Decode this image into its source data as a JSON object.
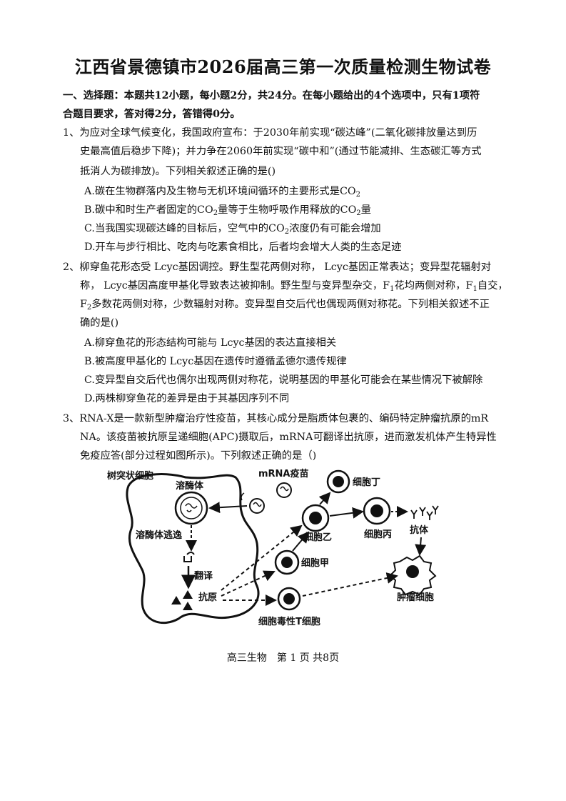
{
  "title": "江西省景德镇市2026届高三第一次质量检测生物试卷",
  "section": {
    "line1": "一、选择题：本题共12小题，每小题2分，共24分。在每小题给出的4个选项中，只有1项符",
    "line2": "合题目要求，答对得2分，答错得0分。"
  },
  "q1": {
    "l1": "1、为应对全球气候变化，我国政府宣布：于2030年前实现“碳达峰”(二氧化碳排放量达到历",
    "l2": "史最高值后稳步下降)；并力争在2060年前实现“碳中和”(通过节能减排、生态碳汇等方式",
    "l3": "抵消人为碳排放)。下列相关叙述正确的是()",
    "a_pre": "A.碳在生物群落内及生物与无机环境间循环的主要形式是CO",
    "b_pre": "B.碳中和时生产者固定的CO",
    "b_mid": "量等于生物呼吸作用释放的CO",
    "b_post": "量",
    "c_pre": "C.当我国实现碳达峰的目标后，空气中的CO",
    "c_post": "浓度仍有可能会增加",
    "d": "D.开车与步行相比、吃肉与吃素食相比，后者均会增大人类的生态足迹",
    "sub2": "2"
  },
  "q2": {
    "l1": "2、柳穿鱼花形态受 Lcyc基因调控。野生型花两侧对称， Lcyc基因正常表达；变异型花辐射对",
    "l2_pre": "称， Lcyc基因高度甲基化导致表达被抑制。野生型与变异型杂交，F",
    "l2_mid": "花均两侧对称，F",
    "l2_post": "自交，",
    "l3_pre": "F",
    "l3_post": "多数花两侧对称，少数辐射对称。变异型自交后代也偶现两侧对称花。下列相关叙述不正",
    "l4": "确的是()",
    "a": "A.柳穿鱼花的形态结构可能与 Lcyc基因的表达直接相关",
    "b": "B.被高度甲基化的 Lcyc基因在遗传时遵循孟德尔遗传规律",
    "c": "C.变异型自交后代也偶尔出现两侧对称花，说明基因的甲基化可能会在某些情况下被解除",
    "d": "D.两株柳穿鱼花的差异是由于其基因序列不同",
    "sub1": "1",
    "sub2": "2"
  },
  "q3": {
    "l1": "3、RNA-X是一款新型肿瘤治疗性疫苗，其核心成分是脂质体包裹的、编码特定肿瘤抗原的mR",
    "l2": "NA。该疫苗被抗原呈递细胞(APC)摄取后，mRNA可翻译出抗原，进而激发机体产生特异性",
    "l3": "免疫应答(部分过程如图所示)。下列叙述正确的是（)"
  },
  "diagram": {
    "dendritic_cell": "树突状细胞",
    "lysosome": "溶酶体",
    "mrna_vaccine": "mRNA疫苗",
    "lysosome_escape": "溶酶体逃逸",
    "translation": "翻译",
    "antigen": "抗原",
    "cell_jia": "细胞甲",
    "cell_yi": "细胞乙",
    "cell_bing": "细胞丙",
    "cell_ding": "细胞丁",
    "antibody": "抗体",
    "tumor_cell": "肿瘤细胞",
    "ctl": "细胞毒性T细胞"
  },
  "footer": "高三生物　第 1 页 共8页"
}
